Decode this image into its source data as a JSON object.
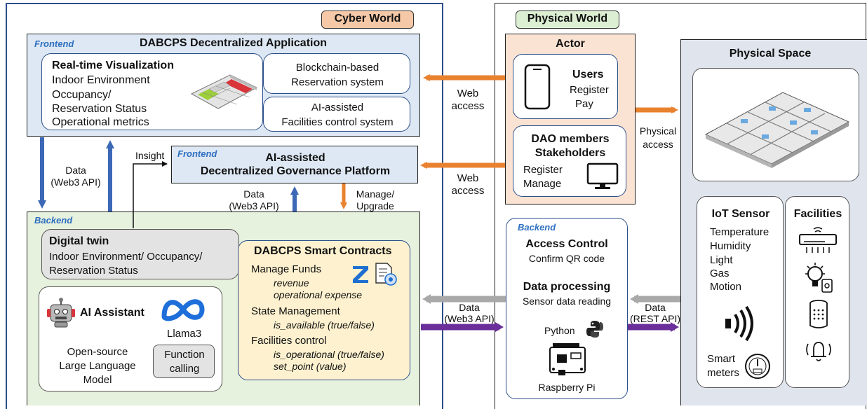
{
  "cyber_world": {
    "label": "Cyber World",
    "frontend_app": {
      "tag": "Frontend",
      "title": "DABCPS Decentralized Application",
      "realtime": {
        "title": "Real-time Visualization",
        "lines": [
          "Indoor Environment",
          "Occupancy/",
          "Reservation Status",
          "Operational metrics"
        ]
      },
      "reservation": [
        "Blockchain-based",
        "Reservation system"
      ],
      "facilities_ctrl": [
        "AI-assisted",
        "Facilities control system"
      ]
    },
    "governance": {
      "tag": "Frontend",
      "lines": [
        "AI-assisted",
        "Decentralized Governance Platform"
      ]
    },
    "labels": {
      "insight": "Insight",
      "data_web3_left": [
        "Data",
        "(Web3 API)"
      ],
      "data_web3_mid": [
        "Data",
        "(Web3 API)"
      ],
      "manage_upgrade": [
        "Manage/",
        "Upgrade"
      ]
    },
    "backend": {
      "tag": "Backend",
      "digital_twin": {
        "title": "Digital twin",
        "lines": [
          "Indoor Environment/ Occupancy/",
          "Reservation Status"
        ]
      },
      "ai": {
        "title": "AI Assistant",
        "llama": "Llama3",
        "lines": [
          "Open-source",
          "Large Language",
          "Model"
        ],
        "function": [
          "Function",
          "calling"
        ]
      },
      "contracts": {
        "title": "DABCPS Smart Contracts",
        "manage_funds": "Manage Funds",
        "revenue": "revenue",
        "opex": "operational expense",
        "state_mgmt": "State Management",
        "is_available": "is_available (true/false)",
        "facilities": "Facilities control",
        "is_operational": "is_operational (true/false)",
        "set_point": "set_point (value)"
      }
    }
  },
  "middle_labels": {
    "web_access_1": [
      "Web",
      "access"
    ],
    "web_access_2": [
      "Web",
      "access"
    ],
    "data_web3": [
      "Data",
      "(Web3 API)"
    ],
    "physical_access": [
      "Physical",
      "access"
    ],
    "data_rest": [
      "Data",
      "(REST API)"
    ]
  },
  "physical_world": {
    "label": "Physical World",
    "actor": {
      "title": "Actor",
      "users": {
        "title": "Users",
        "lines": [
          "Register",
          "Pay"
        ]
      },
      "dao": {
        "title": [
          "DAO members",
          "Stakeholders"
        ],
        "lines": [
          "Register",
          "Manage"
        ]
      }
    },
    "backend": {
      "tag": "Backend",
      "access_title": "Access Control",
      "access_sub": "Confirm QR code",
      "proc_title": "Data processing",
      "proc_sub": "Sensor data reading",
      "python": "Python",
      "rpi": "Raspberry Pi"
    },
    "space": {
      "title": "Physical Space",
      "iot_title": "IoT Sensor",
      "iot_lines": [
        "Temperature",
        "Humidity",
        "Light",
        "Gas",
        "Motion"
      ],
      "smart_meters": [
        "Smart",
        "meters"
      ],
      "facilities_title": "Facilities"
    }
  },
  "colors": {
    "cyber_label_bg": "#f5c9a8",
    "physical_label_bg": "#dcefd3",
    "frontend_bg": "#dde8f4",
    "backend_bg": "#e6f1de",
    "actor_bg": "#fbe3d3",
    "space_bg": "#dfe4ed",
    "contracts_bg": "#fdf1cf",
    "twin_bg": "#e3e3e3",
    "orange_arrow": "#e9822f",
    "blue_arrow": "#3c68b5",
    "grey_arrow": "#a9a9a9",
    "purple_arrow": "#6a2f9a"
  }
}
